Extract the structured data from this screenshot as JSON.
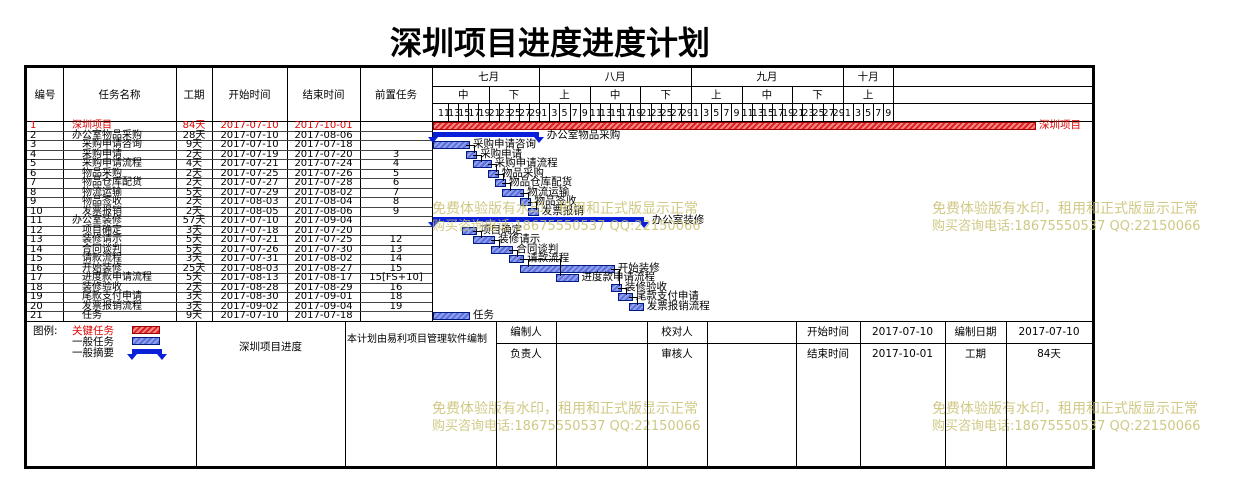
{
  "title": "深圳项目进度进度计划",
  "headers": {
    "id": "编号",
    "name": "任务名称",
    "dur": "工期",
    "start": "开始时间",
    "end": "结束时间",
    "pred": "前置任务"
  },
  "months": [
    {
      "label": "七月",
      "periods": [
        {
          "label": "中",
          "days": [
            "11",
            "13",
            "15",
            "17",
            "19"
          ]
        },
        {
          "label": "下",
          "days": [
            "21",
            "23",
            "25",
            "27",
            "29"
          ]
        }
      ]
    },
    {
      "label": "八月",
      "periods": [
        {
          "label": "上",
          "days": [
            "1",
            "3",
            "5",
            "7",
            "9"
          ]
        },
        {
          "label": "中",
          "days": [
            "11",
            "13",
            "15",
            "17",
            "19"
          ]
        },
        {
          "label": "下",
          "days": [
            "21",
            "23",
            "25",
            "27",
            "29"
          ]
        }
      ]
    },
    {
      "label": "九月",
      "periods": [
        {
          "label": "上",
          "days": [
            "1",
            "3",
            "5",
            "7",
            "9"
          ]
        },
        {
          "label": "中",
          "days": [
            "11",
            "13",
            "15",
            "17",
            "19"
          ]
        },
        {
          "label": "下",
          "days": [
            "21",
            "23",
            "25",
            "27",
            "29"
          ]
        }
      ]
    },
    {
      "label": "十月",
      "periods": [
        {
          "label": "上",
          "days": [
            "1",
            "3",
            "5",
            "7",
            "9"
          ]
        }
      ]
    }
  ],
  "tasks": [
    {
      "id": "1",
      "name": "深圳项目",
      "dur": "84天",
      "start": "2017-07-10",
      "end": "2017-10-01",
      "pred": "",
      "level": 0,
      "type": "critical",
      "label": "深圳项目"
    },
    {
      "id": "2",
      "name": "办公室物品采购",
      "dur": "28天",
      "start": "2017-07-10",
      "end": "2017-08-06",
      "pred": "",
      "level": 0,
      "type": "summary",
      "label": "办公室物品采购"
    },
    {
      "id": "3",
      "name": "采购申请咨询",
      "dur": "9天",
      "start": "2017-07-10",
      "end": "2017-07-18",
      "pred": "",
      "level": 1,
      "type": "task",
      "label": "采购申请咨询"
    },
    {
      "id": "4",
      "name": "采购申请",
      "dur": "2天",
      "start": "2017-07-19",
      "end": "2017-07-20",
      "pred": "3",
      "level": 1,
      "type": "task",
      "label": "采购申请"
    },
    {
      "id": "5",
      "name": "采购申请流程",
      "dur": "4天",
      "start": "2017-07-21",
      "end": "2017-07-24",
      "pred": "4",
      "level": 1,
      "type": "task",
      "label": "采购申请流程"
    },
    {
      "id": "6",
      "name": "物品采购",
      "dur": "2天",
      "start": "2017-07-25",
      "end": "2017-07-26",
      "pred": "5",
      "level": 1,
      "type": "task",
      "label": "物品采购"
    },
    {
      "id": "7",
      "name": "物品仓库配货",
      "dur": "2天",
      "start": "2017-07-27",
      "end": "2017-07-28",
      "pred": "6",
      "level": 1,
      "type": "task",
      "label": "物品仓库配货"
    },
    {
      "id": "8",
      "name": "物流运输",
      "dur": "5天",
      "start": "2017-07-29",
      "end": "2017-08-02",
      "pred": "7",
      "level": 1,
      "type": "task",
      "label": "物流运输"
    },
    {
      "id": "9",
      "name": "物品签收",
      "dur": "2天",
      "start": "2017-08-03",
      "end": "2017-08-04",
      "pred": "8",
      "level": 1,
      "type": "task",
      "label": "物品签收"
    },
    {
      "id": "10",
      "name": "发票报销",
      "dur": "2天",
      "start": "2017-08-05",
      "end": "2017-08-06",
      "pred": "9",
      "level": 1,
      "type": "task",
      "label": "发票报销"
    },
    {
      "id": "11",
      "name": "办公室装修",
      "dur": "57天",
      "start": "2017-07-10",
      "end": "2017-09-04",
      "pred": "",
      "level": 0,
      "type": "summary",
      "label": "办公室装修"
    },
    {
      "id": "12",
      "name": "项目确定",
      "dur": "3天",
      "start": "2017-07-18",
      "end": "2017-07-20",
      "pred": "",
      "level": 1,
      "type": "task",
      "label": "项目确定"
    },
    {
      "id": "13",
      "name": "装修请示",
      "dur": "5天",
      "start": "2017-07-21",
      "end": "2017-07-25",
      "pred": "12",
      "level": 1,
      "type": "task",
      "label": "装修请示"
    },
    {
      "id": "14",
      "name": "合同谈判",
      "dur": "5天",
      "start": "2017-07-26",
      "end": "2017-07-30",
      "pred": "13",
      "level": 1,
      "type": "task",
      "label": "合同谈判"
    },
    {
      "id": "15",
      "name": "请款流程",
      "dur": "3天",
      "start": "2017-07-31",
      "end": "2017-08-02",
      "pred": "14",
      "level": 1,
      "type": "task",
      "label": "请款流程"
    },
    {
      "id": "16",
      "name": "开始装修",
      "dur": "25天",
      "start": "2017-08-03",
      "end": "2017-08-27",
      "pred": "15",
      "level": 1,
      "type": "task",
      "label": "开始装修"
    },
    {
      "id": "17",
      "name": "进度款申请流程",
      "dur": "5天",
      "start": "2017-08-13",
      "end": "2017-08-17",
      "pred": "15[FS+10]",
      "level": 1,
      "type": "task",
      "label": "进度款申请流程"
    },
    {
      "id": "18",
      "name": "装修验收",
      "dur": "2天",
      "start": "2017-08-28",
      "end": "2017-08-29",
      "pred": "16",
      "level": 1,
      "type": "task",
      "label": "装修验收"
    },
    {
      "id": "19",
      "name": "尾款支付申请",
      "dur": "3天",
      "start": "2017-08-30",
      "end": "2017-09-01",
      "pred": "18",
      "level": 1,
      "type": "task",
      "label": "尾款支付申请"
    },
    {
      "id": "20",
      "name": "发票报销流程",
      "dur": "3天",
      "start": "2017-09-02",
      "end": "2017-09-04",
      "pred": "19",
      "level": 1,
      "type": "task",
      "label": "发票报销流程"
    },
    {
      "id": "21",
      "name": "任务",
      "dur": "9天",
      "start": "2017-07-10",
      "end": "2017-07-18",
      "pred": "",
      "level": 1,
      "type": "task",
      "label": "任务"
    }
  ],
  "legend": {
    "title": "图例:",
    "critical": "关键任务",
    "normal": "一般任务",
    "summary": "一般摘要"
  },
  "footer": {
    "project": "深圳项目进度",
    "note": "本计划由易利项目管理软件编制",
    "maker_label": "编制人",
    "maker": "",
    "checker_label": "校对人",
    "checker": "",
    "owner_label": "负责人",
    "owner": "",
    "reviewer_label": "审核人",
    "reviewer": "",
    "start_label": "开始时间",
    "start": "2017-07-10",
    "date_label": "编制日期",
    "date": "2017-07-10",
    "end_label": "结束时间",
    "end": "2017-10-01",
    "dur_label": "工期",
    "dur": "84天"
  },
  "watermarks": [
    {
      "line1": "免费体验版有水印，租用和正式版显示正常",
      "line2": "购买咨询电话:18675550537 QQ:22150066"
    },
    {
      "line1": "免费体验版有水印，租用和正式版显示正常",
      "line2": "购买咨询电话:18675550537 QQ:22150066"
    },
    {
      "line1": "免费体验版有水印，租用和正式版显示正常",
      "line2": "购买咨询电话:18675550537 QQ:22150066"
    },
    {
      "line1": "免费体验版有水印，租用和正式版显示正常",
      "line2": "购买咨询电话:18675550537 QQ:22150066"
    }
  ],
  "colors": {
    "critical": "#e00000",
    "summary": "#0a1fd8",
    "task": "#5c6fd8",
    "watermark": "#c8c070"
  }
}
